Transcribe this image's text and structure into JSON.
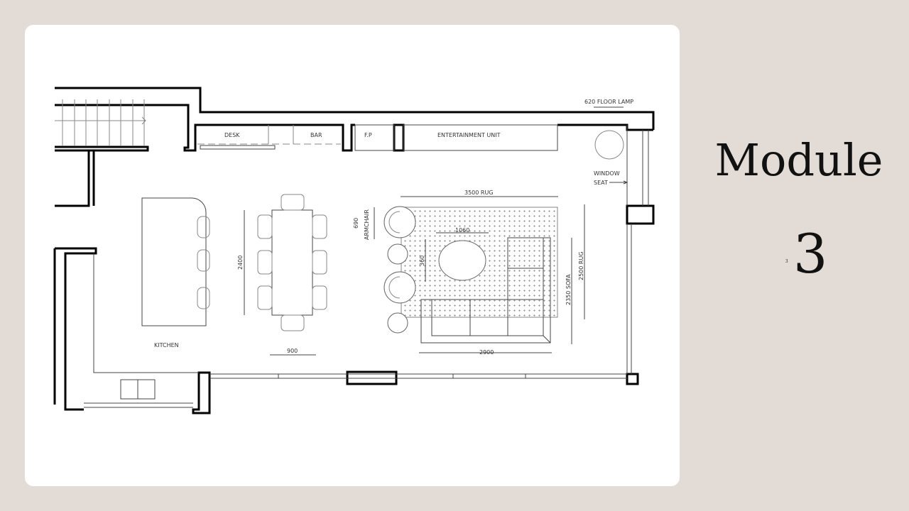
{
  "slide": {
    "title": "Module",
    "number": "3",
    "small_number": "3"
  },
  "plan": {
    "labels": {
      "desk": "DESK",
      "bar": "BAR",
      "fireplace": "F.P",
      "entertainment": "ENTERTAINMENT UNIT",
      "floor_lamp": "620 FLOOR LAMP",
      "window_seat_1": "WINDOW",
      "window_seat_2": "SEAT",
      "rug_width": "3500  RUG",
      "armchair_size": "690",
      "armchair": "ARMCHAIR",
      "table_width": "1060",
      "table_depth": "360",
      "sofa": "2350  SOFA",
      "rug_depth": "2500  RUG",
      "sofa_width": "2900",
      "dining_length": "2400",
      "dining_width": "900",
      "kitchen": "KITCHEN"
    }
  }
}
